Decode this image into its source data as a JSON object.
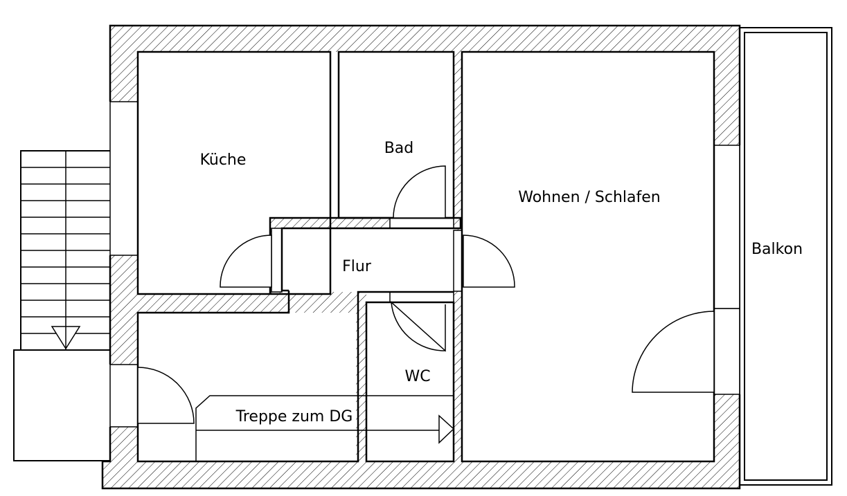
{
  "rooms": {
    "kitchen": "Küche",
    "bath": "Bad",
    "living": "Wohnen / Schlafen",
    "hall": "Flur",
    "wc": "WC",
    "balcony": "Balkon"
  },
  "stair_label": "Treppe zum DG"
}
